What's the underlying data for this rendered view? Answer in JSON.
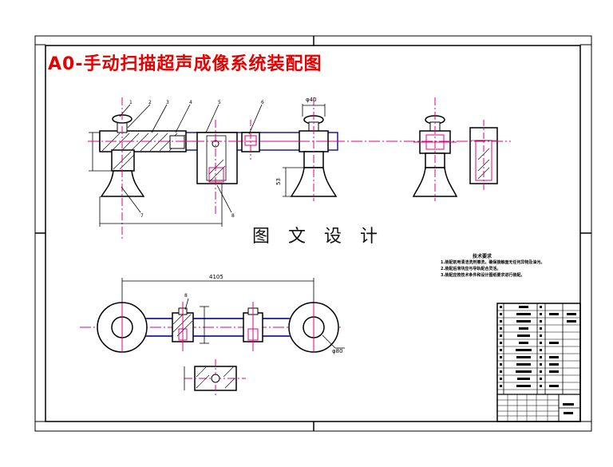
{
  "drawing": {
    "title": "A0-手动扫描超声成像系统装配图",
    "watermark": "图 文 设 计"
  },
  "dimensions": {
    "top_width": "φ40",
    "height": "53",
    "total_length": "4105",
    "cup_diameter": "φ80"
  },
  "balloons": [
    "1",
    "2",
    "3",
    "4",
    "5",
    "6",
    "7",
    "8"
  ],
  "technical_requirements": {
    "heading": "技术要求",
    "lines": [
      "1.装配前用清洁洗剂擦洗，确保接触面无任何异物及油污。",
      "2.装配后滑块应与导轨配合灵活。",
      "3.装配应按技术条件和设计图纸要求进行装配。"
    ]
  },
  "colors": {
    "outline": "#000000",
    "part_line": "#1a1aa0",
    "centerline": "#e6007e",
    "border_title": "#e60000"
  }
}
